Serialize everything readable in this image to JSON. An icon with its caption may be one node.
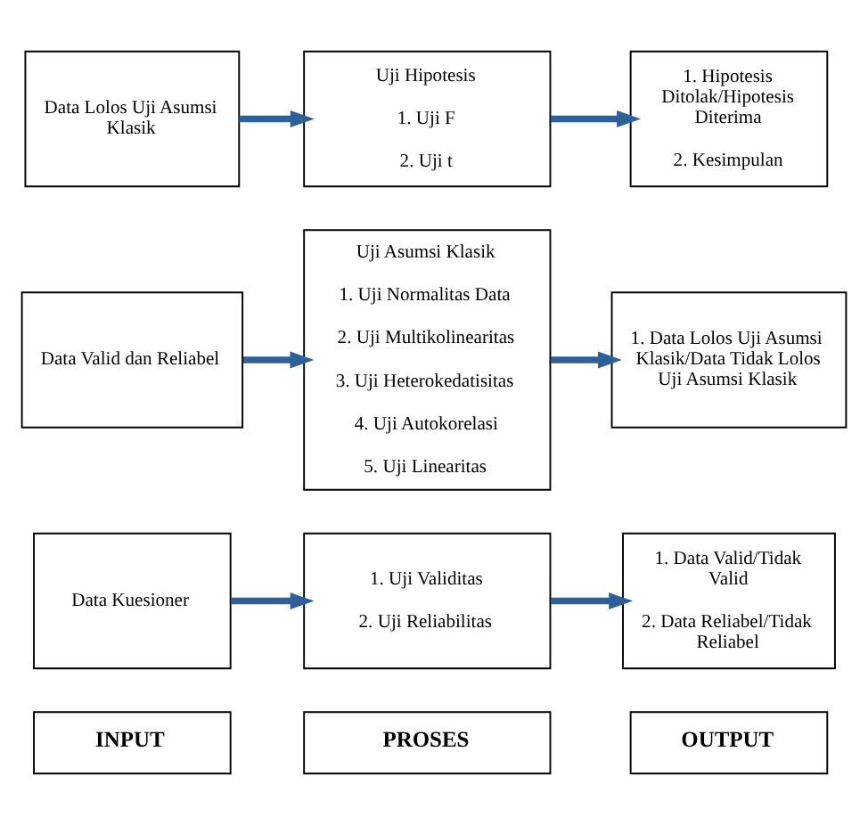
{
  "diagram": {
    "nodes": [
      {
        "text": [
          "INPUT"
        ]
      },
      {
        "text": [
          "PROSES"
        ]
      },
      {
        "text": [
          "OUTPUT"
        ]
      },
      {
        "text": [
          "Data Kuesioner"
        ]
      },
      {
        "text": [
          "1. Uji Validitas",
          "2. Uji Reliabilitas"
        ]
      },
      {
        "text": [
          "1. Data Valid/Tidak Valid",
          "2. Data Reliabel/Tidak Reliabel"
        ]
      },
      {
        "text": [
          "Data Valid dan Reliabel"
        ]
      },
      {
        "text": [
          "Uji Asumsi Klasik",
          "1. Uji Normalitas Data",
          "2. Uji Multikolinearitas",
          "3. Uji Heterokedatisitas",
          "4. Uji Autokorelasi",
          "5. Uji Linearitas"
        ]
      },
      {
        "text": [
          "1. Data Lolos Uji Asumsi Klasik/Data Tidak Lolos Uji Asumsi Klasik"
        ]
      },
      {
        "text": [
          "Data Lolos Uji Asumsi Klasik"
        ]
      },
      {
        "text": [
          "Uji Hipotesis",
          "1. Uji F",
          "2. Uji t"
        ]
      },
      {
        "text": [
          "1. Hipotesis Ditolak/Hipotesis Diterima",
          "2. Kesimpulan"
        ]
      }
    ],
    "edges": [
      {
        "from": 3,
        "to": 4,
        "arrow": "to"
      },
      {
        "from": 4,
        "to": 5,
        "arrow": "to"
      },
      {
        "from": 6,
        "to": 7,
        "arrow": "to"
      },
      {
        "from": 7,
        "to": 8,
        "arrow": "to"
      },
      {
        "from": 9,
        "to": 10,
        "arrow": "to"
      },
      {
        "from": 10,
        "to": 11,
        "arrow": "to"
      }
    ]
  }
}
